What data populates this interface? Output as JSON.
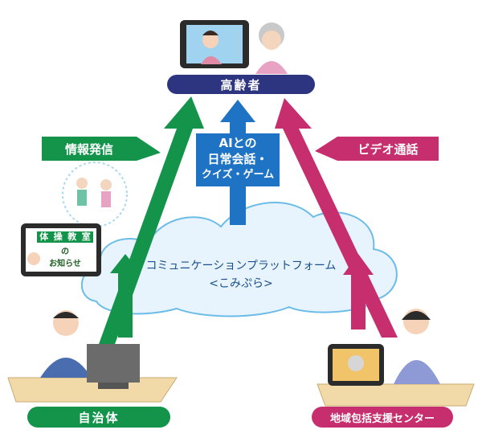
{
  "nodes": {
    "top": "高齢者",
    "bottom_left": "自治体",
    "bottom_right": "地域包括支援センター"
  },
  "callouts": {
    "left": "情報発信",
    "right": "ビデオ通話",
    "center_lines": [
      "AIとの",
      "日常会話・",
      "クイズ・ゲーム"
    ]
  },
  "platform": {
    "name": "コミュニケーションプラットフォーム",
    "nickname": "<こみぷら>"
  },
  "tablet_notice": {
    "title_chars": [
      "体",
      "操",
      "教",
      "室"
    ],
    "line1": "の",
    "line2": "お知らせ"
  },
  "colors": {
    "navy": "#2d3580",
    "green": "#13944a",
    "blue": "#1f73c4",
    "magenta": "#c62e6d",
    "cloud": "#e6f3fc",
    "cloud_stroke": "#66b8e6"
  }
}
